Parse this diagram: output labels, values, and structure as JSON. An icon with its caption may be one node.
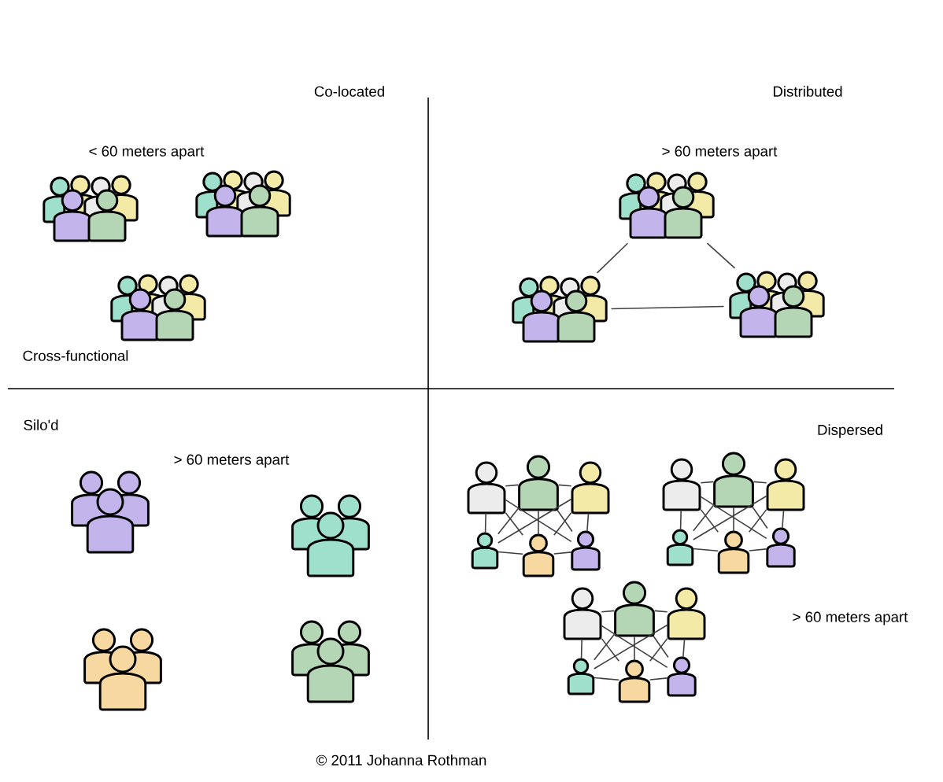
{
  "diagram": {
    "nodes": [
      {
        "text": [],
        "shape": "person"
      },
      {
        "text": [],
        "shape": "person"
      },
      {
        "text": [],
        "shape": "person"
      },
      {
        "text": [],
        "shape": "person"
      },
      {
        "text": [],
        "shape": "person"
      },
      {
        "text": [],
        "shape": "person"
      },
      {
        "text": [],
        "shape": "person"
      },
      {
        "text": [],
        "shape": "person"
      },
      {
        "text": [],
        "shape": "person"
      },
      {
        "text": [],
        "shape": "person"
      },
      {
        "text": [],
        "shape": "person"
      },
      {
        "text": [],
        "shape": "person"
      },
      {
        "text": [],
        "shape": "person"
      },
      {
        "text": [],
        "shape": "person"
      },
      {
        "text": [],
        "shape": "person"
      },
      {
        "text": [],
        "shape": "person"
      },
      {
        "text": [],
        "shape": "person"
      },
      {
        "text": [],
        "shape": "person"
      },
      {
        "text": [],
        "shape": "person"
      },
      {
        "text": [],
        "shape": "person"
      },
      {
        "text": [],
        "shape": "person"
      }
    ],
    "edges": [
      {
        "from": 0,
        "to": 1,
        "arrow": "none"
      },
      {
        "from": 0,
        "to": 2,
        "arrow": "none"
      },
      {
        "from": 1,
        "to": 2,
        "arrow": "none"
      },
      {
        "from": 3,
        "to": 4,
        "arrow": "none"
      },
      {
        "from": 4,
        "to": 5,
        "arrow": "none"
      },
      {
        "from": 3,
        "to": 6,
        "arrow": "none"
      },
      {
        "from": 4,
        "to": 7,
        "arrow": "none"
      },
      {
        "from": 5,
        "to": 8,
        "arrow": "none"
      },
      {
        "from": 6,
        "to": 7,
        "arrow": "none"
      },
      {
        "from": 7,
        "to": 8,
        "arrow": "none"
      },
      {
        "from": 3,
        "to": 7,
        "arrow": "none"
      },
      {
        "from": 4,
        "to": 6,
        "arrow": "none"
      },
      {
        "from": 4,
        "to": 8,
        "arrow": "none"
      },
      {
        "from": 5,
        "to": 7,
        "arrow": "none"
      },
      {
        "from": 5,
        "to": 6,
        "arrow": "none"
      },
      {
        "from": 3,
        "to": 8,
        "arrow": "none"
      },
      {
        "from": 9,
        "to": 10,
        "arrow": "none"
      },
      {
        "from": 10,
        "to": 11,
        "arrow": "none"
      },
      {
        "from": 9,
        "to": 12,
        "arrow": "none"
      },
      {
        "from": 10,
        "to": 13,
        "arrow": "none"
      },
      {
        "from": 11,
        "to": 14,
        "arrow": "none"
      },
      {
        "from": 12,
        "to": 13,
        "arrow": "none"
      },
      {
        "from": 13,
        "to": 14,
        "arrow": "none"
      },
      {
        "from": 9,
        "to": 13,
        "arrow": "none"
      },
      {
        "from": 10,
        "to": 12,
        "arrow": "none"
      },
      {
        "from": 10,
        "to": 14,
        "arrow": "none"
      },
      {
        "from": 11,
        "to": 13,
        "arrow": "none"
      },
      {
        "from": 11,
        "to": 12,
        "arrow": "none"
      },
      {
        "from": 9,
        "to": 14,
        "arrow": "none"
      },
      {
        "from": 15,
        "to": 16,
        "arrow": "none"
      },
      {
        "from": 16,
        "to": 17,
        "arrow": "none"
      },
      {
        "from": 15,
        "to": 18,
        "arrow": "none"
      },
      {
        "from": 16,
        "to": 19,
        "arrow": "none"
      },
      {
        "from": 17,
        "to": 20,
        "arrow": "none"
      },
      {
        "from": 18,
        "to": 19,
        "arrow": "none"
      },
      {
        "from": 19,
        "to": 20,
        "arrow": "none"
      },
      {
        "from": 15,
        "to": 19,
        "arrow": "none"
      },
      {
        "from": 16,
        "to": 18,
        "arrow": "none"
      },
      {
        "from": 16,
        "to": 20,
        "arrow": "none"
      },
      {
        "from": 17,
        "to": 19,
        "arrow": "none"
      },
      {
        "from": 17,
        "to": 18,
        "arrow": "none"
      },
      {
        "from": 15,
        "to": 20,
        "arrow": "none"
      }
    ],
    "labels": [
      "Co-located",
      "Distributed",
      "< 60 meters apart",
      "> 60 meters apart",
      "Cross-functional",
      "Silo'd",
      "Dispersed",
      "> 60 meters apart",
      "> 60 meters apart",
      "© 2011 Johanna Rothman"
    ]
  }
}
